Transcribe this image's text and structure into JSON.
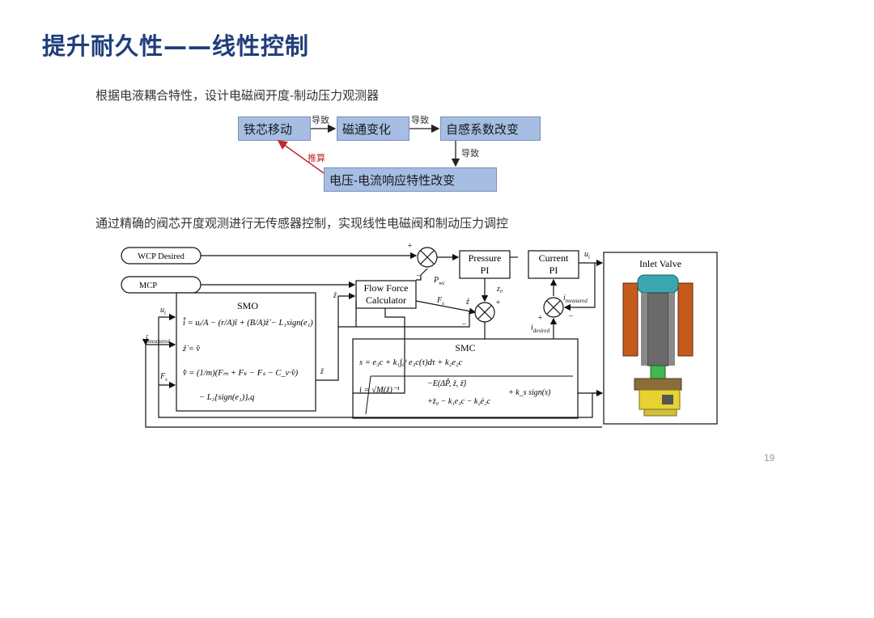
{
  "slide": {
    "title": "提升耐久性——线性控制",
    "subtitle1": "根据电液耦合特性，设计电磁阀开度-制动压力观测器",
    "subtitle2": "通过精确的阀芯开度观测进行无传感器控制，实现线性电磁阀和制动压力调控",
    "page_number": "19"
  },
  "flow": {
    "box_iron_core": "铁芯移动",
    "box_flux": "磁通变化",
    "box_inductance": "自感系数改变",
    "box_voltage_current": "电压-电流响应特性改变",
    "lead_label_1": "导致",
    "lead_label_2": "导致",
    "lead_label_3": "导致",
    "infer_label": "推算",
    "infer_color": "#c0282d"
  },
  "block_diagram": {
    "wcp_desired": "WCP Desired",
    "mcp": "MCP",
    "pressure_pi_line1": "Pressure",
    "pressure_pi_line2": "PI",
    "current_pi_line1": "Current",
    "current_pi_line2": "PI",
    "inlet_valve": "Inlet Valve",
    "flow_force_line1": "Flow Force",
    "flow_force_line2": "Calculator",
    "smo": "SMO",
    "smc": "SMC",
    "plus": "+",
    "minus": "−",
    "u_i": "u",
    "p_wc": "P",
    "z0": "z₀",
    "z_hat": "ẑ",
    "F_s": "F",
    "i_measured": "i",
    "i_desired": "i",
    "eq_smo_1": "i̇̂ = uᵢ/A − (r/A)î + (B/A)ẑ̇ − L₁sign(e₁)",
    "eq_smo_2": "ẑ̇ = v̂",
    "eq_smo_3": "v̇̂ = (1/m)(Fₘ + Fₖ − Fₛ − C_v·v̂)",
    "eq_smo_4": "− L₃{sign(e₁)}ₑq",
    "eq_smc_1": "s = e₃c + k₁∫₀ᵗ e₃c(τ)dτ + k₂e₂c",
    "eq_smc_2a": "−E(ΔP̂, ẑ, ẑ̇)",
    "eq_smc_2b": "+z̈₀ − k₁e₃c − k₂ė₂c",
    "eq_smc_2c": "+ k_s sign(s)"
  }
}
